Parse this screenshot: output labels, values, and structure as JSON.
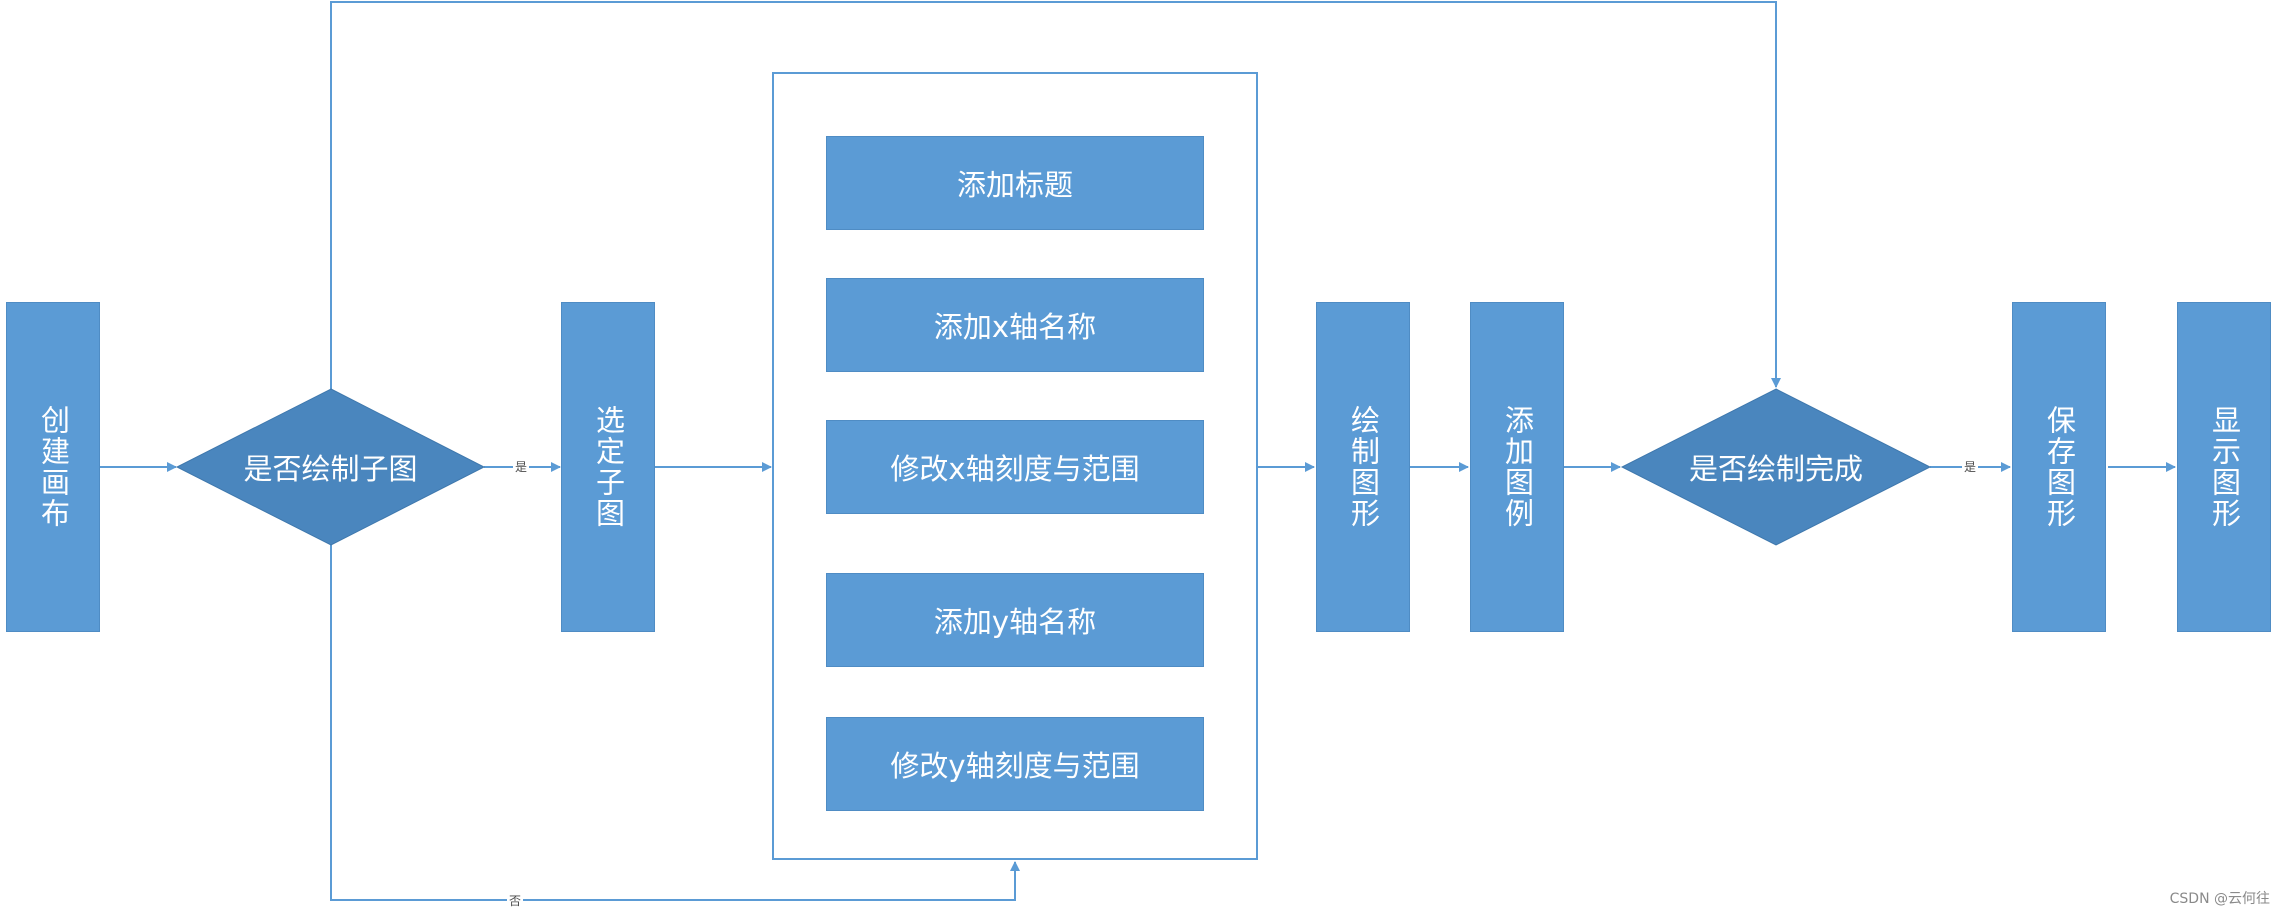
{
  "nodes": {
    "create_canvas": "创建画布",
    "draw_subplot_decision": "是否绘制子图",
    "select_subplot": "选定子图",
    "add_title": "添加标题",
    "add_x_label": "添加x轴名称",
    "modify_x_ticks": "修改x轴刻度与范围",
    "add_y_label": "添加y轴名称",
    "modify_y_ticks": "修改y轴刻度与范围",
    "draw_figure": "绘制图形",
    "add_legend": "添加图例",
    "draw_complete_decision": "是否绘制完成",
    "save_figure": "保存图形",
    "show_figure": "显示图形"
  },
  "edge_labels": {
    "yes_subplot": "是",
    "no_subplot": "否",
    "yes_complete": "是"
  },
  "watermark": "CSDN @云何往",
  "colors": {
    "box_fill": "#5b9bd5",
    "diamond_fill": "#4a86be",
    "arrow": "#5b9bd5",
    "frame_border": "#5b9bd5",
    "text": "#ffffff"
  }
}
